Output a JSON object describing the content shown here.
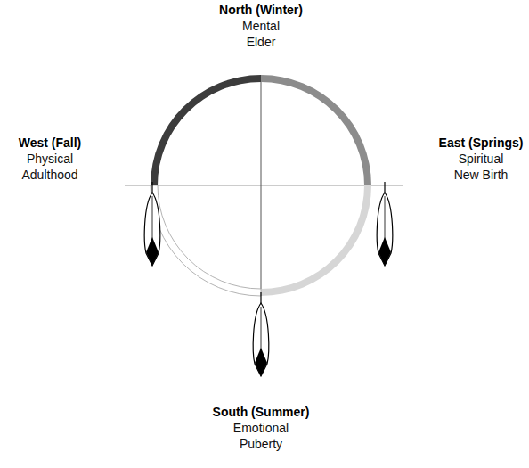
{
  "diagram": {
    "labels": [
      "North (Winter)",
      "Mental",
      "Elder",
      "West (Fall)",
      "Physical",
      "Adulthood",
      "East (Springs)",
      "Spiritual",
      "New Birth",
      "South (Summer)",
      "Emotional",
      "Puberty"
    ]
  }
}
